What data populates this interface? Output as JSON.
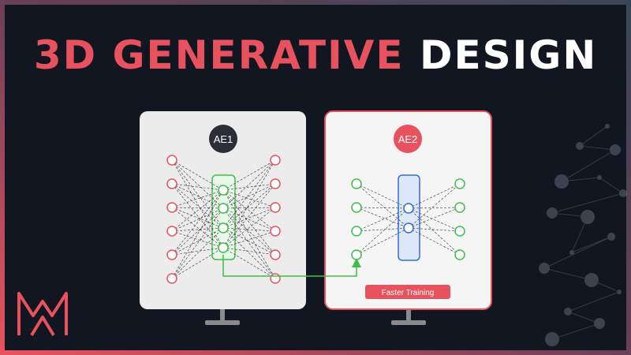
{
  "title": {
    "accent": "3D GENERATIVE",
    "plain": "DESIGN"
  },
  "ae1": {
    "label": "AE1"
  },
  "ae2": {
    "label": "AE2",
    "badge": "Faster Training"
  },
  "colors": {
    "background": "#121620",
    "accent": "#e8525e",
    "ae1_fill": "#2b2e36",
    "node_green": "#3fbf4a",
    "node_red": "#e8525e",
    "latent_blue": "#2e6fd6"
  },
  "logo": {
    "icon": "brand-logo-icon"
  }
}
